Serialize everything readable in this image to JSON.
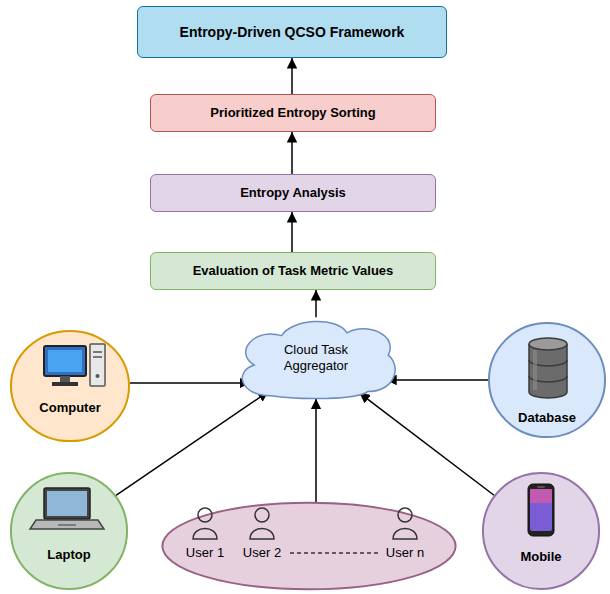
{
  "diagram": {
    "nodes": [
      {
        "text": [
          "Entropy-Driven QCSO Framework"
        ]
      },
      {
        "text": [
          "Prioritized Entropy Sorting"
        ]
      },
      {
        "text": [
          "Entropy Analysis"
        ]
      },
      {
        "text": [
          "Evaluation of Task Metric Values"
        ]
      },
      {
        "text": [
          "Computer"
        ]
      },
      {
        "text": [
          "Cloud Task Aggregator"
        ]
      },
      {
        "text": [
          "Database"
        ]
      },
      {
        "text": [
          "Laptop"
        ]
      },
      {
        "text": [
          "User 1",
          "User 2",
          "User n"
        ]
      },
      {
        "text": [
          "Mobile"
        ]
      }
    ],
    "edges": [
      {
        "from": 3,
        "to": 2,
        "arrow": "to"
      },
      {
        "from": 2,
        "to": 1,
        "arrow": "to"
      },
      {
        "from": 1,
        "to": 0,
        "arrow": "to"
      },
      {
        "from": 5,
        "to": 3,
        "arrow": "to"
      },
      {
        "from": 4,
        "to": 5,
        "arrow": "to"
      },
      {
        "from": 6,
        "to": 5,
        "arrow": "to"
      },
      {
        "from": 7,
        "to": 5,
        "arrow": "to"
      },
      {
        "from": 8,
        "to": 5,
        "arrow": "to"
      },
      {
        "from": 9,
        "to": 5,
        "arrow": "to"
      }
    ]
  }
}
